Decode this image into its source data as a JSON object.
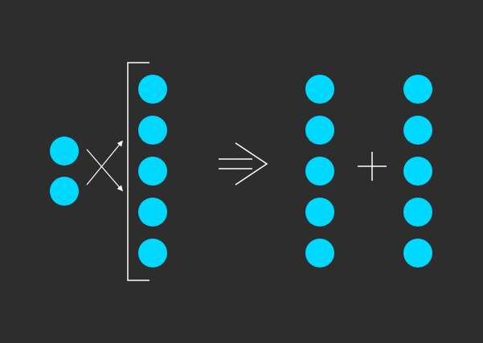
{
  "colors": {
    "background": "#2d2d2d",
    "node": "#00d8ff",
    "line": "#ffffff"
  },
  "diagram": {
    "input_vector": {
      "count": 2
    },
    "bracketed_vector": {
      "count": 5
    },
    "result_vector_a": {
      "count": 5
    },
    "result_vector_b": {
      "count": 5
    },
    "operators": {
      "multiply": "multiply-cross-icon",
      "implies": "double-arrow-icon",
      "add": "plus-icon"
    }
  }
}
